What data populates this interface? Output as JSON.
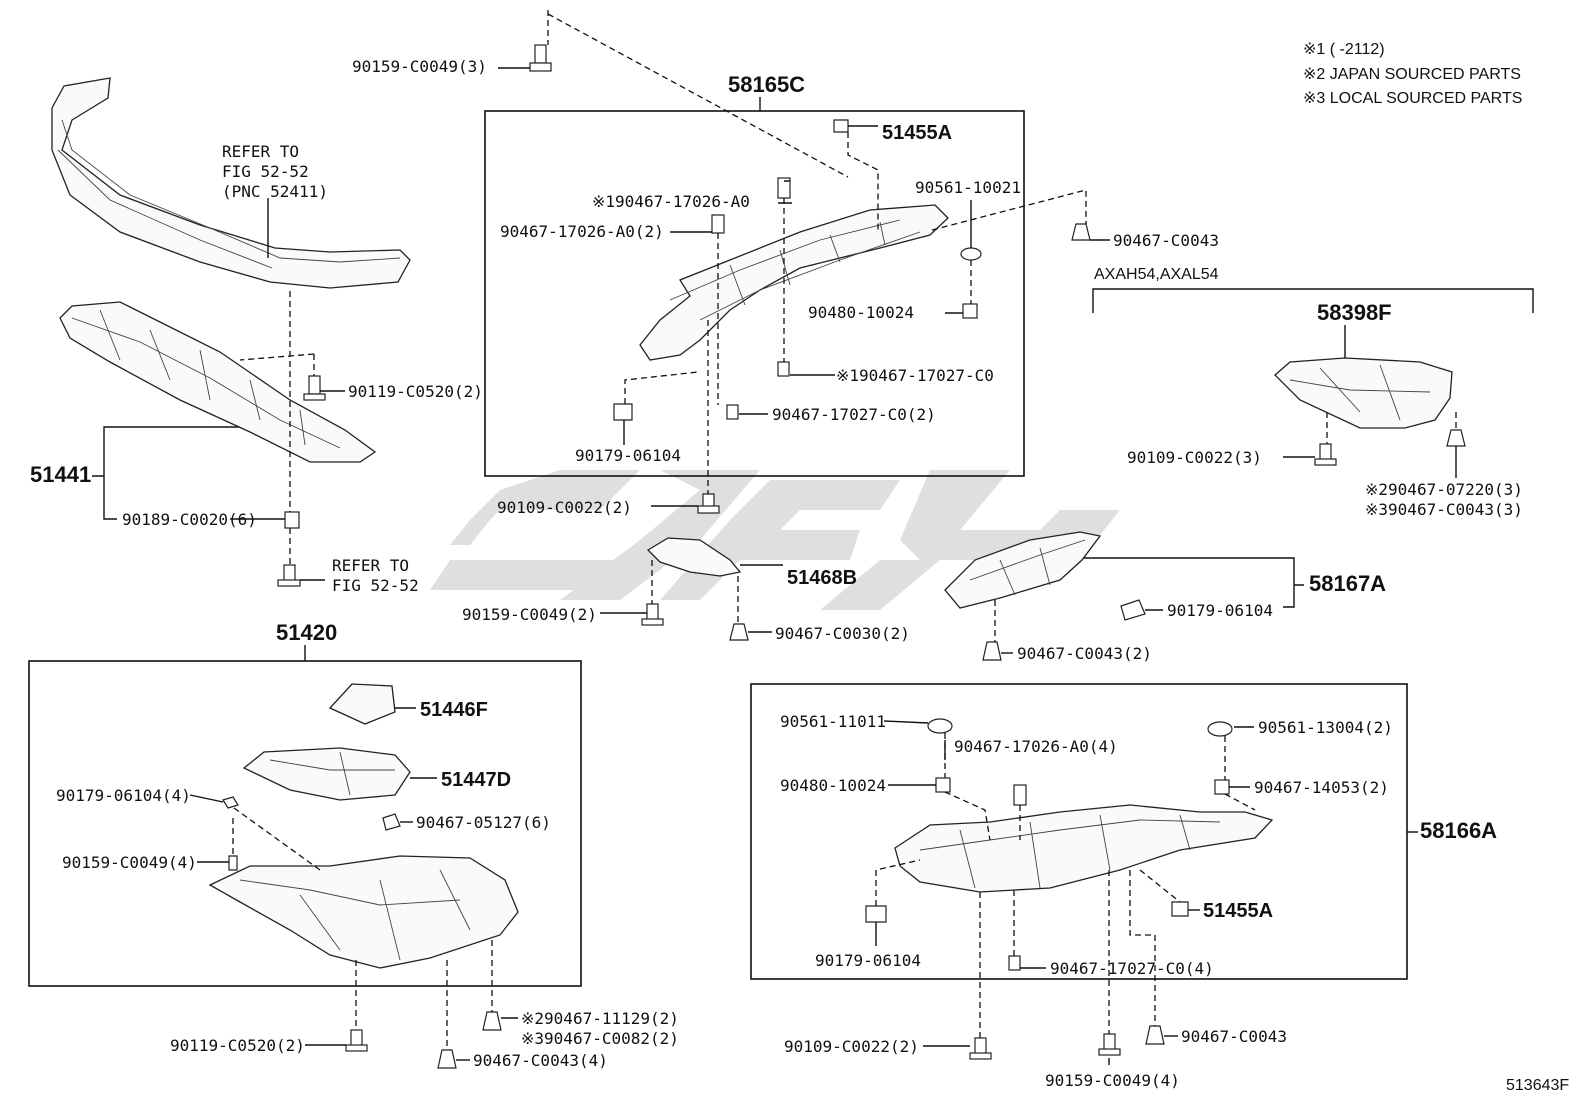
{
  "notes": [
    "※1 (      -2112)",
    "※2 JAPAN SOURCED PARTS",
    "※3 LOCAL SOURCED PARTS"
  ],
  "diagram_id": "513643F",
  "variant_label": "AXAH54,AXAL54",
  "watermark_colors": {
    "watermark": "#d9d9d9",
    "line": "#111111"
  },
  "groups": {
    "g58165C": "58165C",
    "g51420": "51420",
    "g58166A": "58166A",
    "g58398F": "58398F",
    "g51441": "51441",
    "g58167A": "58167A"
  },
  "labels": {
    "l90159_top": "90159-C0049(3)",
    "refer1_a": "REFER TO",
    "refer1_b": "FIG 52-52",
    "refer1_c": "(PNC 52411)",
    "l51455A_top": "51455A",
    "l190467_a0": "※190467-17026-A0",
    "l90467_a0_2": "90467-17026-A0(2)",
    "l90561_10021": "90561-10021",
    "l90467_c0043_r": "90467-C0043",
    "l90480_10024_a": "90480-10024",
    "l190467_c0": "※190467-17027-C0",
    "l90467_c0_2": "90467-17027-C0(2)",
    "l90179_a": "90179-06104",
    "l90119_a": "90119-C0520(2)",
    "l90189": "90189-C0020(6)",
    "refer2_a": "REFER TO",
    "refer2_b": "FIG 52-52",
    "l90109_a": "90109-C0022(2)",
    "l51468B": "51468B",
    "l90159_b": "90159-C0049(2)",
    "l90467_c0030": "90467-C0030(2)",
    "l90109_b": "90109-C0022(3)",
    "l90467_07220": "※290467-07220(3)",
    "l90467_c0043_3": "※390467-C0043(3)",
    "l90179_b": "90179-06104",
    "l90467_c0043_2": "90467-C0043(2)",
    "l51446F": "51446F",
    "l51447D": "51447D",
    "l90179_c": "90179-06104(4)",
    "l90467_05127": "90467-05127(6)",
    "l90159_c": "90159-C0049(4)",
    "l90119_b": "90119-C0520(2)",
    "l90467_11129": "※290467-11129(2)",
    "l90467_c0082": "※390467-C0082(2)",
    "l90467_c0043_4": "90467-C0043(4)",
    "l90561_11011": "90561-11011",
    "l90467_a0_4": "90467-17026-A0(4)",
    "l90561_13004": "90561-13004(2)",
    "l90480_10024_b": "90480-10024",
    "l90467_14053": "90467-14053(2)",
    "l51455A_b": "51455A",
    "l90179_d": "90179-06104",
    "l90467_c0_4": "90467-17027-C0(4)",
    "l90109_c": "90109-C0022(2)",
    "l90467_c0043_b": "90467-C0043",
    "l90159_d": "90159-C0049(4)"
  }
}
